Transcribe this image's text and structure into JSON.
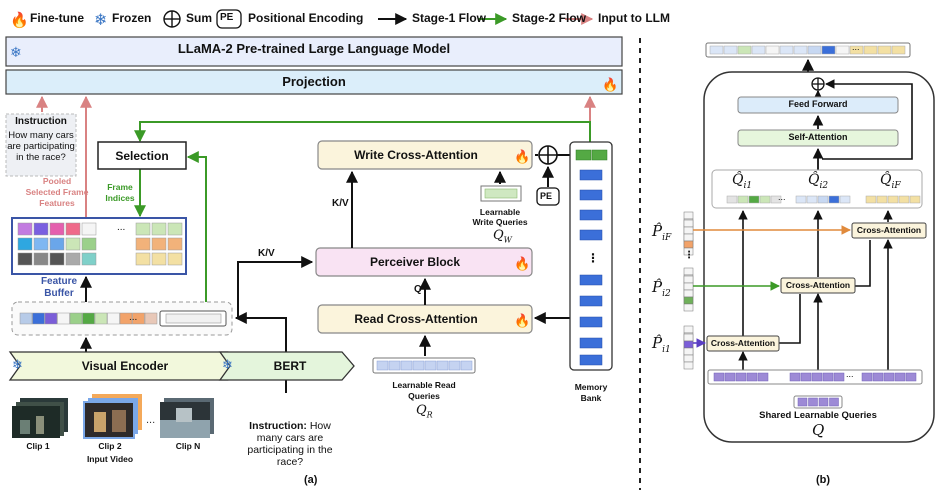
{
  "legend": {
    "finetune": "Fine-tune",
    "frozen": "Frozen",
    "sum": "Sum",
    "pe_badge": "PE",
    "pe": "Positional Encoding",
    "stage1": "Stage-1 Flow",
    "stage2": "Stage-2 Flow",
    "input_llm": "Input to LLM"
  },
  "a": {
    "llm": "LLaMA-2 Pre-trained Large Language Model",
    "projection": "Projection",
    "instruction_title": "Instruction",
    "instruction_text": [
      "How many cars",
      "are participating",
      "in the race?"
    ],
    "selection": "Selection",
    "pooled": [
      "Pooled",
      "Selected Frame",
      "Features"
    ],
    "frame_indices": [
      "Frame",
      "Indices"
    ],
    "feature_buffer": [
      "Feature",
      "Buffer"
    ],
    "dots": "...",
    "kv": "K/V",
    "q": "Q",
    "write_ca": "Write Cross-Attention",
    "perceiver": "Perceiver Block",
    "read_ca": "Read Cross-Attention",
    "pe": "PE",
    "learnable_write": [
      "Learnable",
      "Write Queries"
    ],
    "qw": "Q",
    "qw_sub": "W",
    "learnable_read": [
      "Learnable Read",
      "Queries"
    ],
    "qr": "Q",
    "qr_sub": "R",
    "memory_bank": [
      "Memory",
      "Bank"
    ],
    "vdots": "⋮",
    "visual_encoder": "Visual Encoder",
    "bert": "BERT",
    "clip1": "Clip 1",
    "clip2": "Clip 2",
    "clipn": "Clip N",
    "input_video": "Input Video",
    "instruction_bottom": [
      "Instruction: How",
      "many cars are",
      "participating in the",
      "race?"
    ],
    "instr_bold": "Instruction:",
    "caption": "(a)"
  },
  "b": {
    "feed_forward": "Feed Forward",
    "self_attention": "Self-Attention",
    "cross_attention": "Cross-Attention",
    "q1": "Q̂",
    "q1_sub": "i1",
    "q2": "Q̂",
    "q2_sub": "i2",
    "qf": "Q̂",
    "qf_sub": "iF",
    "p1": "P̂",
    "p1_sub": "i1",
    "p2": "P̂",
    "p2_sub": "i2",
    "pf": "P̂",
    "pf_sub": "iF",
    "shared": "Shared Learnable Queries",
    "q": "Q",
    "dots": "...",
    "caption": "(b)"
  },
  "colors": {
    "green_flow": "#3b9a27",
    "pink_flow": "#d98282",
    "llm_bg": "#e9eefc",
    "projection_bg": "#dbeefa",
    "write_bg": "#fbf4dc",
    "perceiver_bg": "#f9e3f3",
    "encoder_bg": "#f2f8dc",
    "bert_bg": "#e4f5dc",
    "blue_token": "#3b6fd9",
    "green_token": "#54a944",
    "ff_bg": "#dcecfa",
    "sa_bg": "#e6f6dc",
    "ca_bg": "#fbf4dc"
  }
}
